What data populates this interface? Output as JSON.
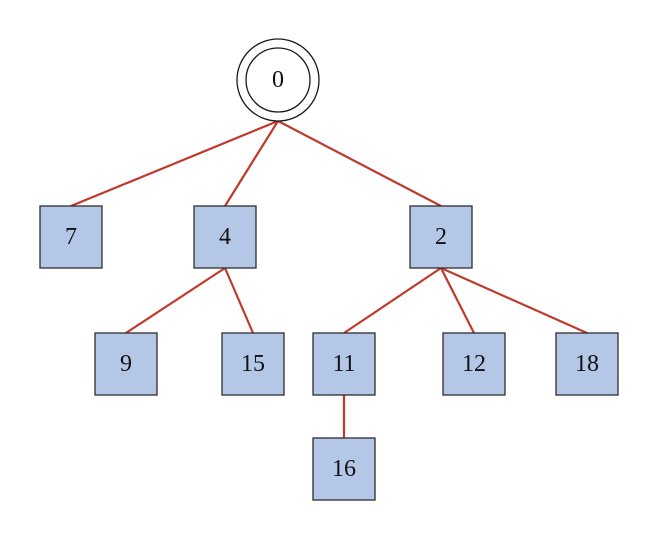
{
  "diagram": {
    "colors": {
      "edge": "#c0392b",
      "node_fill": "#b4c7e7",
      "node_stroke": "#2e2e2e",
      "root_fill": "#ffffff"
    },
    "root": {
      "label": "0",
      "shape": "double-circle"
    },
    "nodes": [
      {
        "label": "7",
        "parent": "0"
      },
      {
        "label": "4",
        "parent": "0"
      },
      {
        "label": "2",
        "parent": "0"
      },
      {
        "label": "9",
        "parent": "4"
      },
      {
        "label": "15",
        "parent": "4"
      },
      {
        "label": "11",
        "parent": "2"
      },
      {
        "label": "12",
        "parent": "2"
      },
      {
        "label": "18",
        "parent": "2"
      },
      {
        "label": "16",
        "parent": "11"
      }
    ]
  }
}
